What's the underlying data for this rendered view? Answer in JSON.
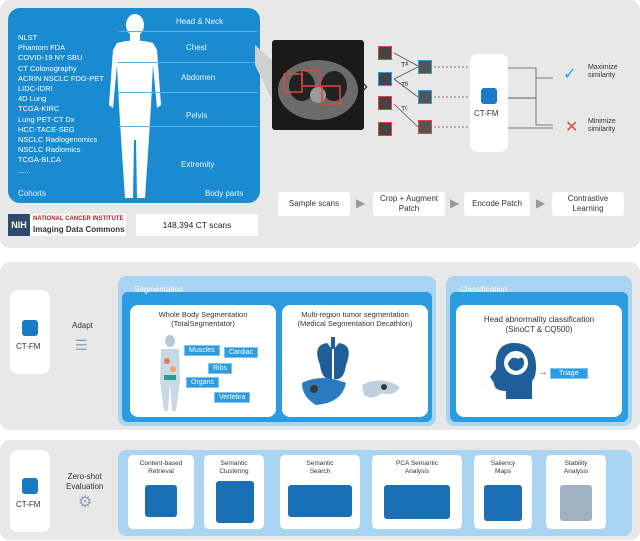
{
  "cohorts": [
    "NLST",
    "Phantom FDA",
    "COVID-19 NY SBU",
    "CT Colonography",
    "ACRIN NSCLC FDG-PET",
    "LIDC-IDRI",
    "4D Lung",
    "TCGA-KIRC",
    "Lung PET-CT Dx",
    "HCC-TACE-SEG",
    "NSCLC Radiogenomics",
    "NSCLC Radiomics",
    "TCGA-BLCA",
    "......"
  ],
  "cohorts_label": "Cohorts",
  "body_parts": [
    "Head & Neck",
    "Chest",
    "Abdomen",
    "Pelvis",
    "Extremity"
  ],
  "body_parts_label": "Body parts",
  "nih": {
    "mark": "NIH",
    "line1": "NATIONAL CANCER INSTITUTE",
    "line2": "Imaging Data Commons"
  },
  "scan_count": "148,394 CT scans",
  "crop_labels": [
    "Tᴬ",
    "Tᴮ",
    "Tᶜ"
  ],
  "ctfm": "CT-FM",
  "sim_max": [
    "Maximize",
    "similarity"
  ],
  "sim_min": [
    "Minimize",
    "similarity"
  ],
  "steps": [
    "Sample scans",
    "Crop + Augment\nPatch",
    "Encode Patch",
    "Contrastive\nLearning"
  ],
  "adapt": "Adapt",
  "segmentation": {
    "title": "Segmentation",
    "whole_body": [
      "Whole Body Segmentation",
      "(TotalSegmentator)"
    ],
    "tags": [
      "Muscles",
      "Cardiac",
      "Ribs",
      "Organs",
      "Vertebra"
    ],
    "multi_region": [
      "Multi-region tumor segmentation",
      "(Medical Segmentation Decathlon)"
    ]
  },
  "classification": {
    "title": "Classification",
    "task": [
      "Head abnormality classification",
      "(SinoCT & CQ500)"
    ],
    "triage": "Triage"
  },
  "zero_shot": [
    "Zero-shot",
    "Evaluation"
  ],
  "zs_tasks": [
    [
      "Content-based",
      "Retrieval"
    ],
    [
      "Semantic",
      "Clustering"
    ],
    [
      "Semantic",
      "Search"
    ],
    [
      "PCA Semantic",
      "Analysis"
    ],
    [
      "Saliency",
      "Maps"
    ],
    [
      "Stability",
      "Analysis"
    ]
  ],
  "colors": {
    "accent_blue": "#1a8bd1",
    "light_blue": "#cfe6f7",
    "check": "#1aa1e6",
    "cross": "#e0463c"
  }
}
